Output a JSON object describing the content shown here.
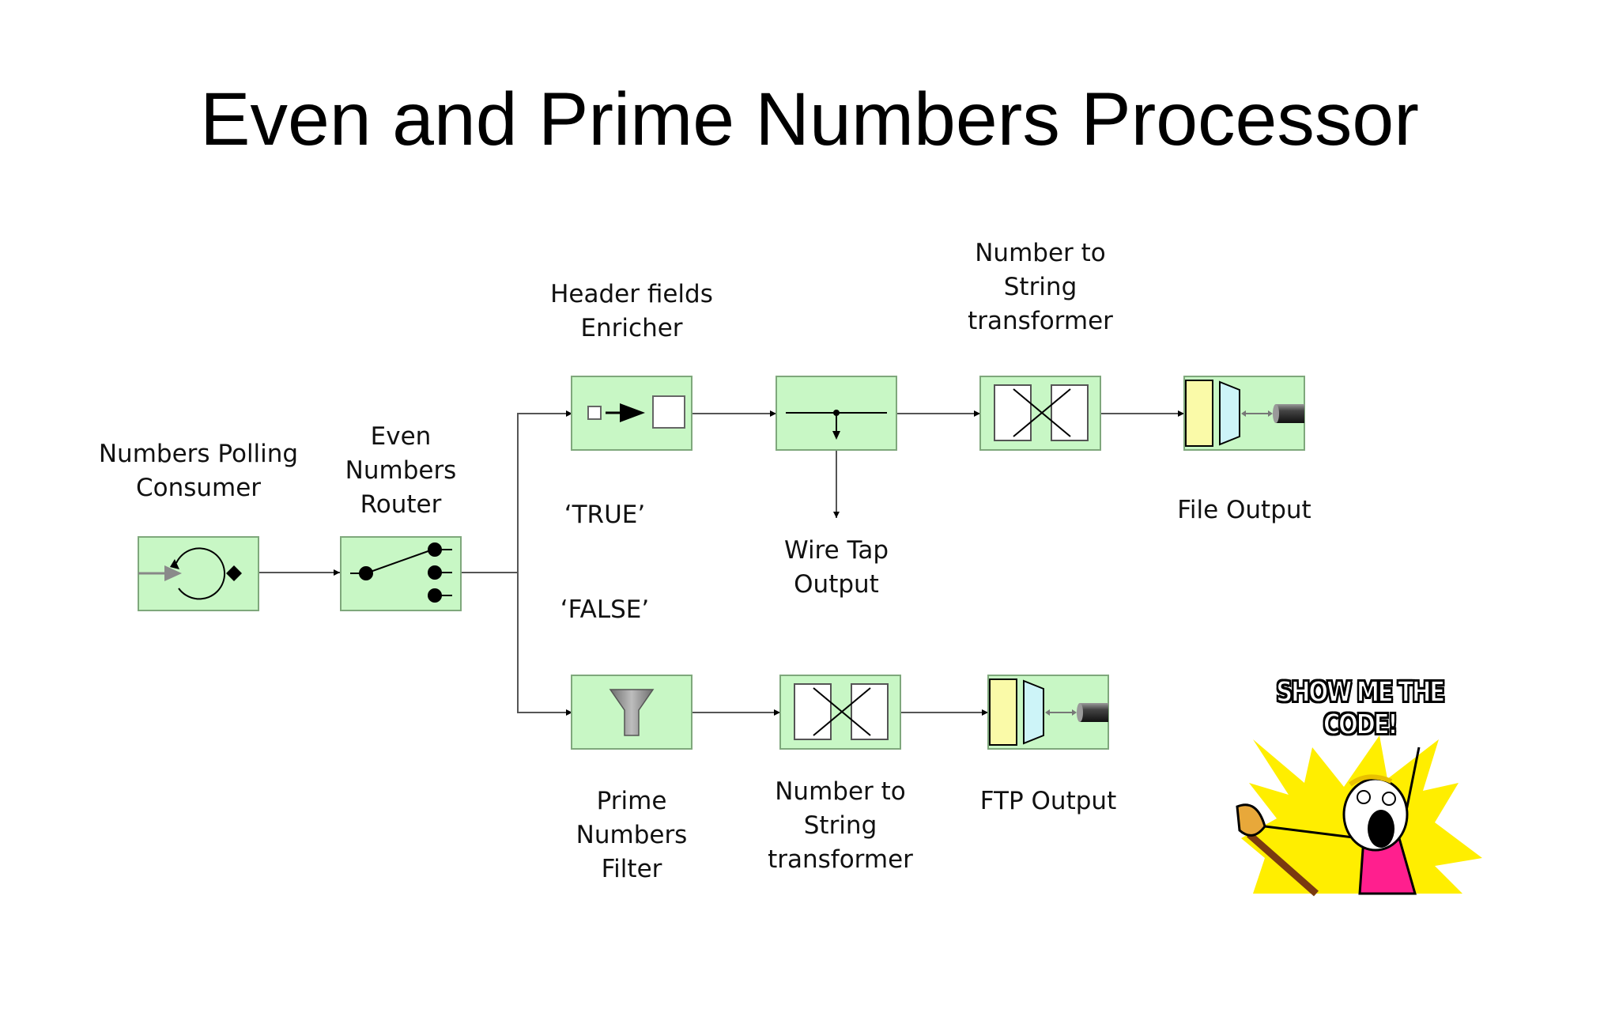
{
  "title": "Even and Prime Numbers Processor",
  "nodes": {
    "polling_consumer": "Numbers Polling\nConsumer",
    "router": "Even\nNumbers\nRouter",
    "header_enricher": "Header fields\nEnricher",
    "transformer_top": "Number to\nString\ntransformer",
    "file_output": "File Output",
    "wire_tap_output": "Wire Tap\nOutput",
    "prime_filter": "Prime\nNumbers\nFilter",
    "transformer_bottom": "Number to\nString\ntransformer",
    "ftp_output": "FTP Output"
  },
  "branches": {
    "true_label": "‘TRUE’",
    "false_label": "‘FALSE’"
  },
  "meme": {
    "caption": "SHOW ME THE CODE!"
  },
  "colors": {
    "box_fill": "#c8f7c5",
    "box_stroke": "#7fa87c",
    "adapter_yellow": "#fafaa8",
    "adapter_cyan": "#cdf4f8",
    "meme_burst": "#ffee00",
    "meme_shirt": "#ff1f8e"
  }
}
